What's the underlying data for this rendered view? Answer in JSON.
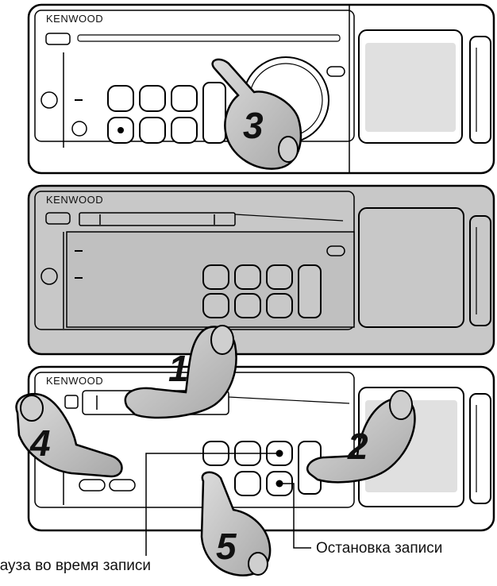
{
  "units": [
    {
      "brand": "KENWOOD"
    },
    {
      "brand": "KENWOOD"
    },
    {
      "brand": "KENWOOD"
    }
  ],
  "steps": [
    "1",
    "2",
    "3",
    "4",
    "5"
  ],
  "callouts": {
    "pause": "Пауза во время записи",
    "stop": "Остановка записи"
  }
}
